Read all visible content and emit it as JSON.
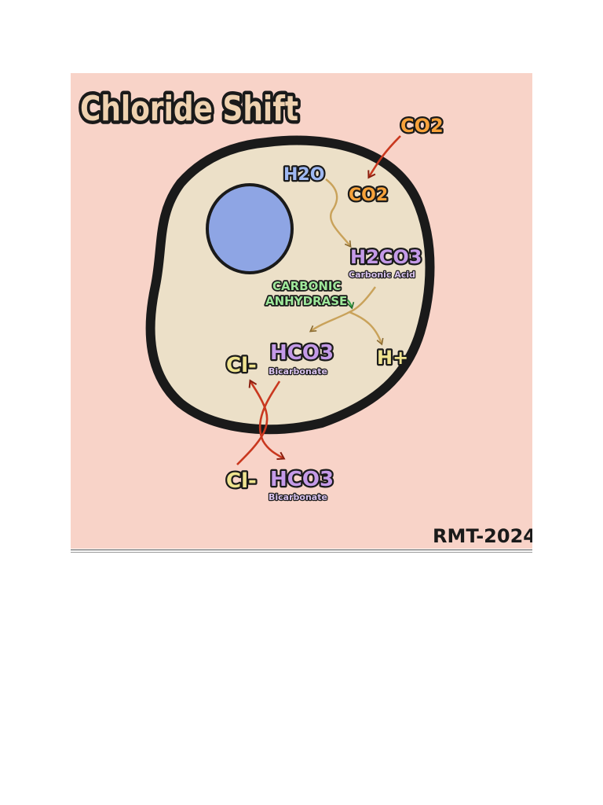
{
  "title": "Chloride Shift",
  "labels": {
    "co2_outside": "CO2",
    "h2o": "H2O",
    "co2_inside": "CO2",
    "h2co3": "H2CO3",
    "h2co3_name": "Carbonic Acid",
    "enzyme_line1": "CARBONIC",
    "enzyme_line2": "ANHYDRASE",
    "hco3_inside": "HCO3",
    "hco3_inside_name": "Bicarbonate",
    "cl_inside": "Cl-",
    "h_plus": "H+",
    "cl_outside": "Cl-",
    "hco3_outside": "HCO3",
    "hco3_outside_name": "Bicarbonate"
  },
  "signature": "RMT-2024",
  "colors": {
    "background": "#f8d3c8",
    "cell_fill": "#ece0c8",
    "cell_border": "#1a1a1a",
    "nucleus": "#8ea5e4",
    "co2": "#f7a23a",
    "h2o": "#9fb8f2",
    "acid": "#c49ae8",
    "enzyme": "#9ee79a",
    "ion": "#efe38f",
    "title": "#efd2b0",
    "arrow_tan": "#c9a25a",
    "arrow_red": "#c9381f",
    "arrow_green": "#3aa64a"
  }
}
